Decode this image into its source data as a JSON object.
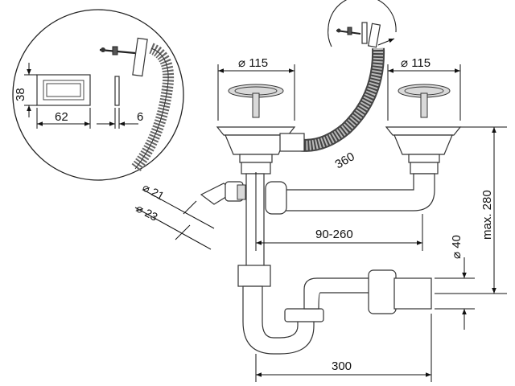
{
  "dimensions": {
    "basket_left_diameter": "⌀ 115",
    "basket_right_diameter": "⌀ 115",
    "hose_length": "360",
    "plate_height": "38",
    "plate_width": "62",
    "plate_thickness": "6",
    "nozzle_inner": "⌀ 21",
    "nozzle_outer": "⌀ 23",
    "basket_spacing": "90-260",
    "outlet_diameter": "⌀ 40",
    "max_height": "max. 280",
    "trap_width": "300"
  }
}
